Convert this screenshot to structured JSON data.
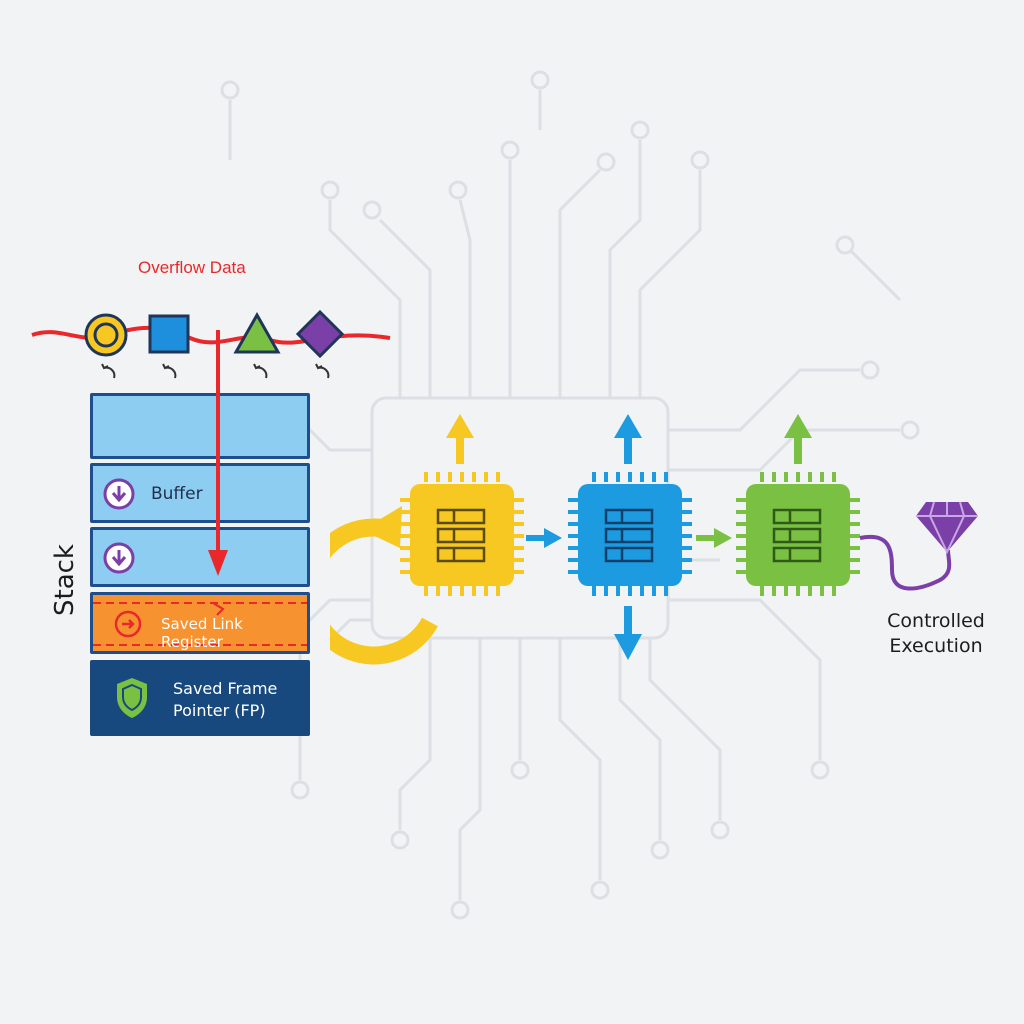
{
  "labels": {
    "overflow_data": "Overflow Data",
    "stack": "Stack",
    "buffer": "Buffer",
    "saved_link_register": "Saved Link Register",
    "saved_frame_pointer_line1": "Saved Frame",
    "saved_frame_pointer_line2": "Pointer (FP)",
    "controlled_execution_line1": "Controlled",
    "controlled_execution_line2": "Execution"
  },
  "colors": {
    "overflow_red": "#e8282b",
    "stack_blue": "#8ccdf1",
    "stack_border": "#1f4e8c",
    "link_register_orange": "#f6922f",
    "frame_pointer_navy": "#17497e",
    "chip_yellow": "#f7c821",
    "chip_blue": "#1d9be0",
    "chip_green": "#7ac143",
    "gem_purple": "#7b3fa8"
  },
  "icons": [
    "circle-shape",
    "square-shape",
    "triangle-shape",
    "diamond-shape",
    "down-arrow-icon",
    "cycle-arrow-icon",
    "shield-icon",
    "chip-icon",
    "gem-icon"
  ]
}
